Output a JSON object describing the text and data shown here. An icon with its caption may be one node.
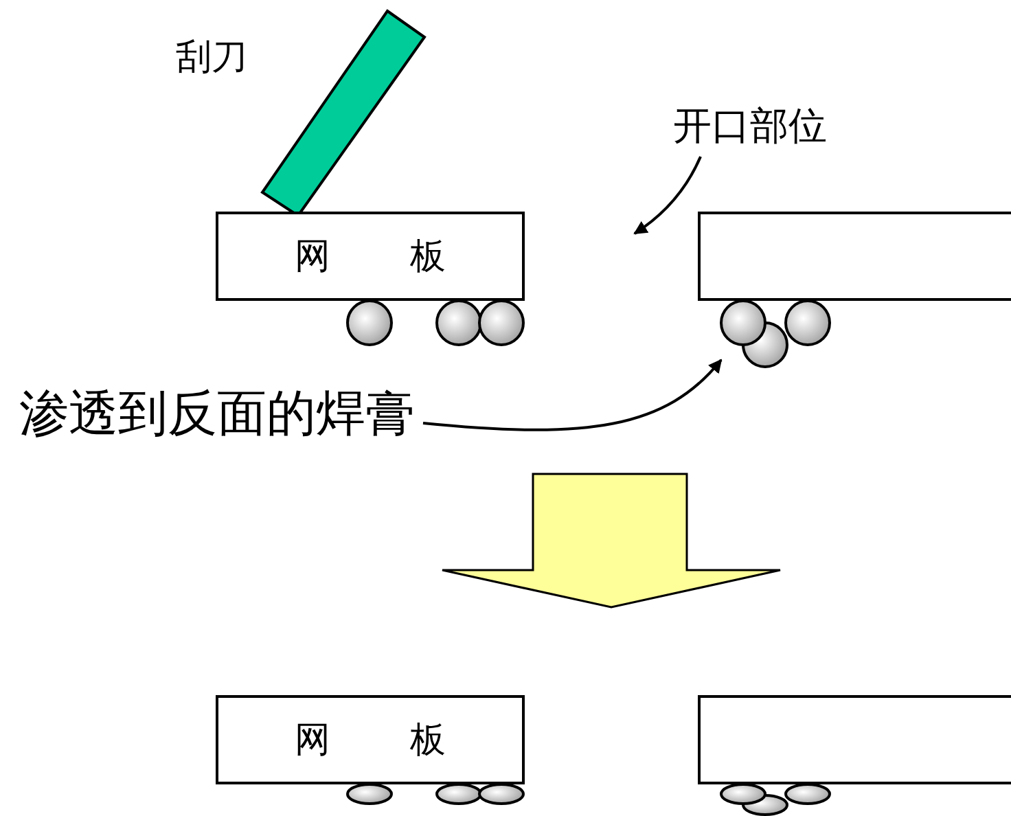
{
  "diagram": {
    "nodes": [
      {
        "text": [
          "网 板"
        ]
      },
      {
        "text": [],
        "shape": "box"
      },
      {
        "text": [
          "开口部位"
        ]
      },
      {
        "text": [
          "渗透到反面的焊膏"
        ]
      },
      {
        "text": [
          "网 板"
        ]
      },
      {
        "text": [],
        "shape": "box"
      }
    ],
    "edges": [
      {
        "from": 2,
        "to": null,
        "arrow": "to"
      },
      {
        "from": 3,
        "to": null,
        "arrow": "to"
      }
    ],
    "labels": [
      "刮刀"
    ]
  }
}
